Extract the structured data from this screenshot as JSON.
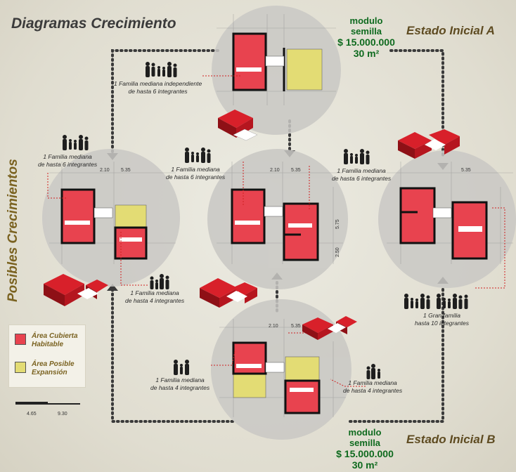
{
  "titles": {
    "main": "Diagramas Crecimiento",
    "state_a": "Estado Inicial A",
    "state_b": "Estado Inicial B",
    "side": "Posibles Crecimientos"
  },
  "seed_a": {
    "label": "modulo semilla",
    "price": "$ 15.000.000",
    "area": "30 m²"
  },
  "seed_b": {
    "label": "modulo semilla",
    "price": "$ 15.000.000",
    "area": "30 m²"
  },
  "captions": {
    "top": "1 Familia mediana independiente\nde hasta 6 integrantes",
    "left_top": "1 Familia mediana\nde hasta 6 integrantes",
    "left_bottom": "1 Familia mediana\nde hasta 4 integrantes",
    "center_left": "1 Familia mediana\nde hasta 6 integrantes",
    "center_right": "1 Familia mediana\nde hasta 6 integrantes",
    "right": "1 Gran familia\nhasta 10 integrantes",
    "bottom_left": "1 Familia mediana\nde hasta 4 integrantes",
    "bottom_right": "1 Familia mediana\nde hasta 4 integrantes"
  },
  "dimensions": {
    "left_w1": "2.10",
    "left_w2": "5.35",
    "center_w1": "2.10",
    "center_w2": "5.35",
    "right_w2": "5.35",
    "bottom_w1": "2.10",
    "bottom_w2": "5.35",
    "h1": "5.75",
    "h2": "2.50"
  },
  "legend": {
    "covered": "Área Cubierta\nHabitable",
    "expansion": "Área Posible\nExpansión"
  },
  "scale": {
    "a": "4.65",
    "b": "9.30"
  },
  "colors": {
    "habitable": "#e8434f",
    "expansion": "#e3dc74",
    "wall": "#111111",
    "roof": "#d8202a",
    "seed_text": "#0e6a1e",
    "state_text": "#5e4b21",
    "connector": "#3a3a3a",
    "red_dash": "#d02020"
  }
}
